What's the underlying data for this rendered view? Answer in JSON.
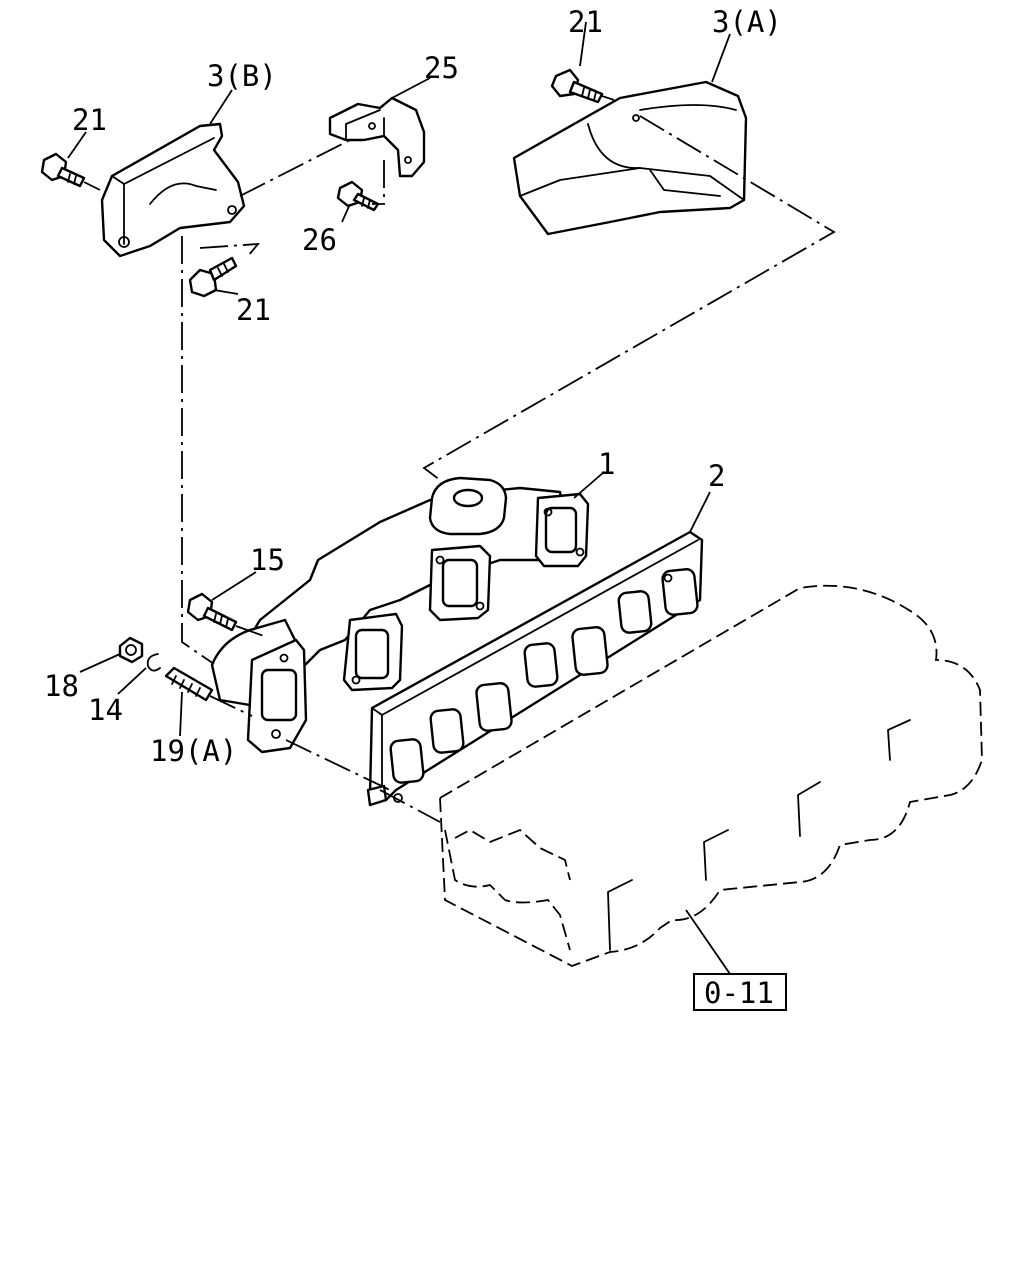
{
  "callouts": {
    "c1": "1",
    "c2": "2",
    "c3a": "3(A)",
    "c3b": "3(B)",
    "c14": "14",
    "c15": "15",
    "c18": "18",
    "c19a": "19(A)",
    "c21_top": "21",
    "c21_left": "21",
    "c21_mid": "21",
    "c25": "25",
    "c26": "26"
  },
  "reference": {
    "label": "0-11"
  }
}
